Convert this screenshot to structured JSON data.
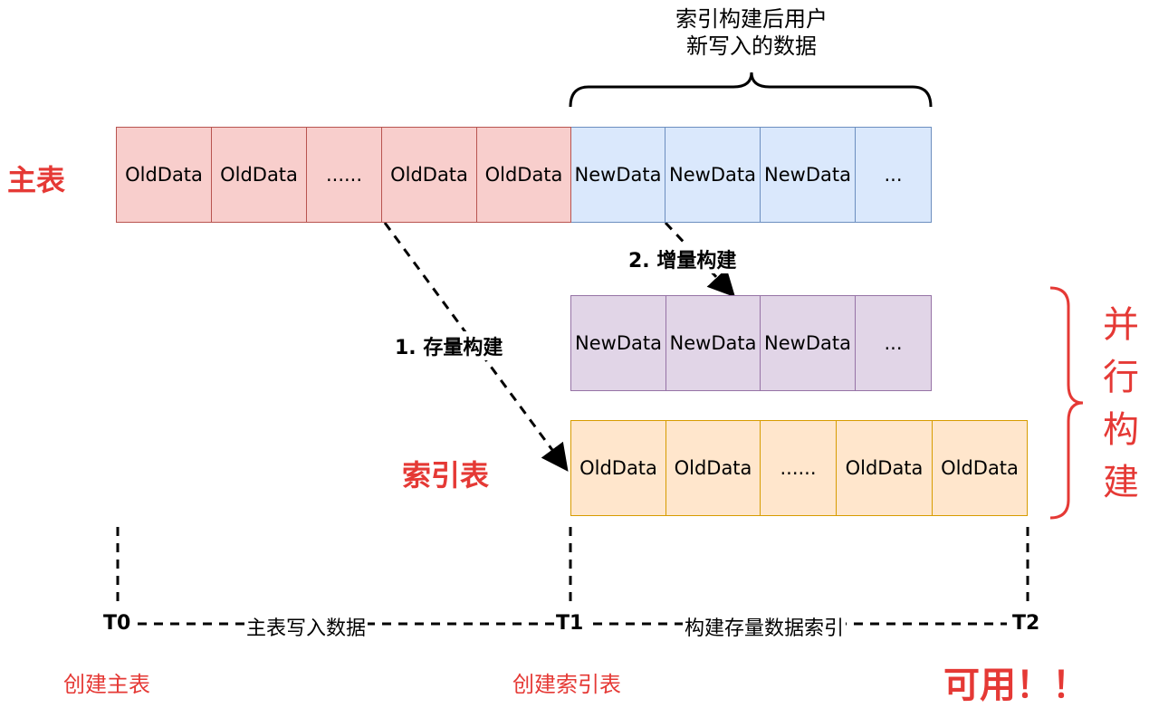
{
  "top_annotation": {
    "line1": "索引构建后用户",
    "line2": "新写入的数据"
  },
  "main_table": {
    "label": "主表",
    "old_cells": [
      "OldData",
      "OldData",
      "......",
      "OldData",
      "OldData"
    ],
    "new_cells": [
      "NewData",
      "NewData",
      "NewData",
      "..."
    ]
  },
  "incremental_build": {
    "label": "2. 增量构建",
    "cells": [
      "NewData",
      "NewData",
      "NewData",
      "..."
    ]
  },
  "stock_build": {
    "label": "1. 存量构建"
  },
  "index_table": {
    "label": "索引表",
    "cells": [
      "OldData",
      "OldData",
      "......",
      "OldData",
      "OldData"
    ]
  },
  "parallel_build": {
    "chars": [
      "并",
      "行",
      "构",
      "建"
    ]
  },
  "timeline": {
    "t0": "T0",
    "t1": "T1",
    "t2": "T2",
    "segment1": "主表写入数据",
    "segment2": "构建存量数据索引"
  },
  "events": {
    "t0_event": "创建主表",
    "t1_event": "创建索引表",
    "t2_event": "可用！！"
  },
  "colors": {
    "accent_red": "#e53935",
    "old_fill": "#f8cecc",
    "new_fill": "#dae8fc",
    "incremental_fill": "#e1d5e7",
    "index_fill": "#ffe6cc"
  }
}
